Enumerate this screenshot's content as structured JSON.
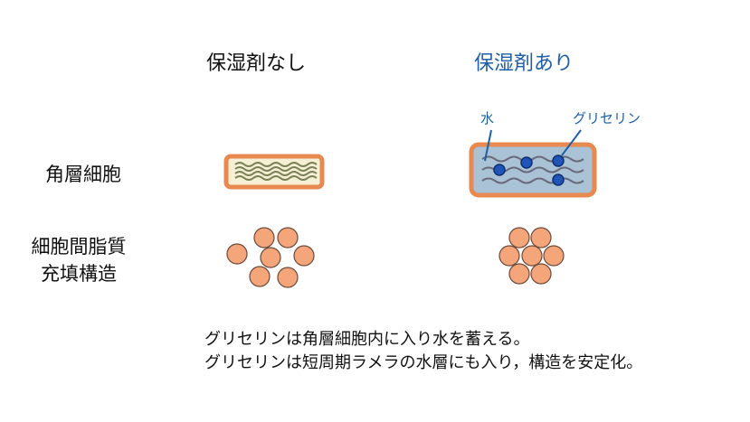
{
  "columns": {
    "without": {
      "title": "保湿剤なし"
    },
    "with": {
      "title": "保湿剤あり"
    }
  },
  "rows": {
    "corneocyte": {
      "label": "角層細胞"
    },
    "lipid": {
      "label_line1": "細胞間脂質",
      "label_line2": "充填構造"
    }
  },
  "callouts": {
    "water": "水",
    "glycerin": "グリセリン"
  },
  "caption": {
    "line1": "グリセリンは角層細胞内に入り水を蓄える。",
    "line2": "グリセリンは短周期ラメラの水層にも入り，構造を安定化。"
  },
  "colors": {
    "title_without": "#111111",
    "title_with": "#1f5fa8",
    "cell_border": "#e8894f",
    "cell_fill_dry": "#f5efd6",
    "cell_fill_wet": "#a9c2d6",
    "wave_dry": "#7a8155",
    "wave_wet": "#6a6a7a",
    "glycerin_dot": "#1f55b8",
    "lipid_circle_fill": "#f4a67a",
    "lipid_circle_stroke": "#6b4a3a"
  }
}
